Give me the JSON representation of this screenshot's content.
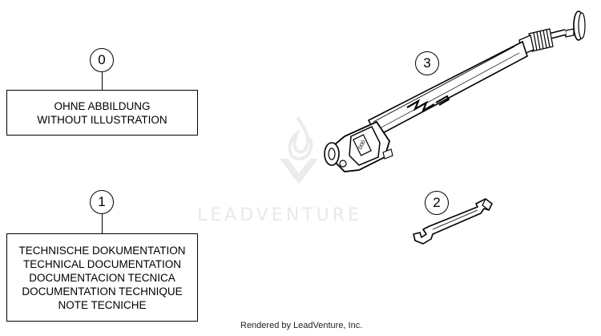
{
  "callouts": {
    "c0": "0",
    "c1": "1",
    "c2": "2",
    "c3": "3"
  },
  "box_without_illustration": {
    "lines": [
      "OHNE ABBILDUNG",
      "WITHOUT ILLUSTRATION"
    ]
  },
  "box_documentation": {
    "lines": [
      "TECHNISCHE DOKUMENTATION",
      "TECHNICAL DOCUMENTATION",
      "DOCUMENTACION TECNICA",
      "DOCUMENTATION TECHNIQUE",
      "NOTE TECNICHE"
    ]
  },
  "watermark": "LEADVENTURE",
  "footer_credit": "Rendered by LeadVenture, Inc."
}
